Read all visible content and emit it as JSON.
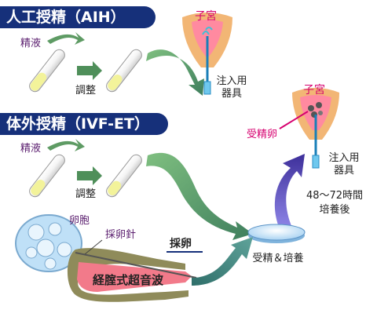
{
  "aih": {
    "title": "人工授精（AIH）",
    "semen_label": "精液",
    "adjust_label": "調整",
    "uterus_label": "子宮",
    "device_label_1": "注入用",
    "device_label_2": "器具"
  },
  "ivf": {
    "title": "体外授精（IVF-ET）",
    "semen_label": "精液",
    "adjust_label": "調整",
    "uterus_label": "子宮",
    "fertilized_egg_label": "受精卵",
    "device_label_1": "注入用",
    "device_label_2": "器具",
    "culture_time_1": "48～72時間",
    "culture_time_2": "培養後",
    "dish_label": "受精＆培養",
    "follicle_label": "卵胞",
    "needle_label": "採卵針",
    "retrieval_label": "採卵",
    "ultrasound_label": "経腟式超音波"
  },
  "colors": {
    "title_bg": "#16307a",
    "arrow_green": "#4f8f5a",
    "arrow_purple": "#5c4fb3",
    "uterus_outer": "#f2b675",
    "uterus_inner": "#ff8aa0",
    "probe": "#f27a8a",
    "tube_fill": "#f3f39a"
  }
}
